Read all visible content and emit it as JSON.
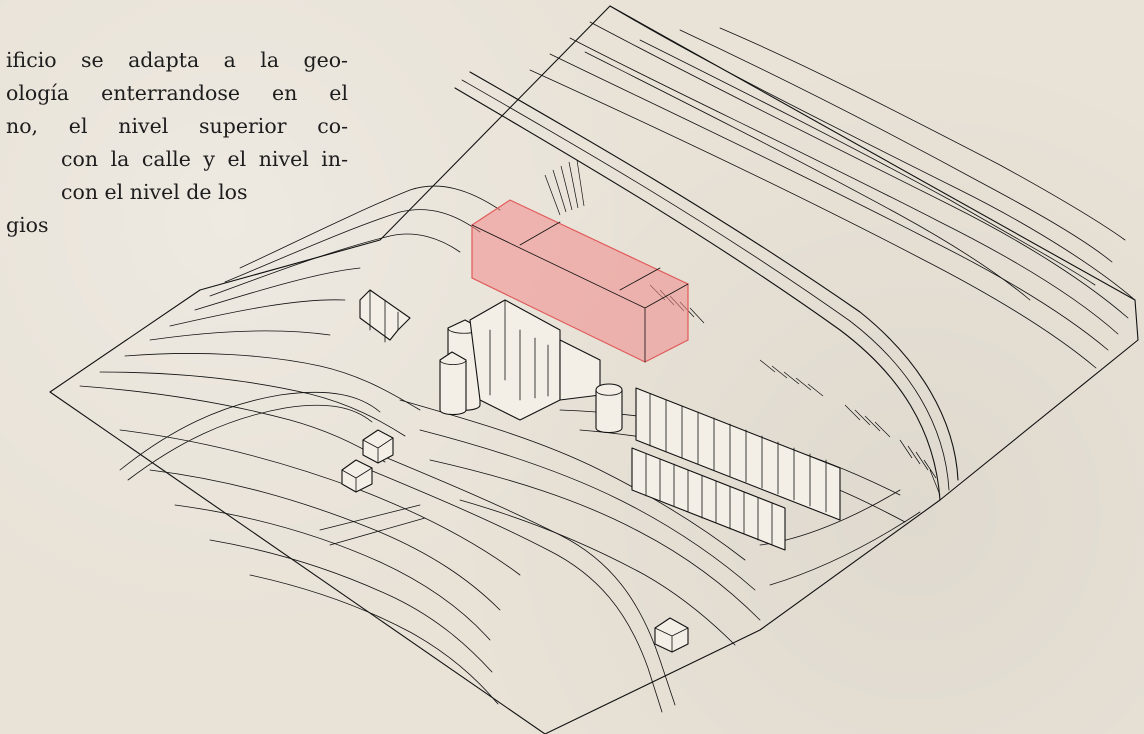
{
  "caption": {
    "lines": [
      "ificio se adapta a la geo-",
      "ología enterrandose en el",
      "no, el nivel superior co-",
      "con la calle y el nivel in-",
      "con el nivel de los",
      "gios"
    ]
  },
  "colors": {
    "background": "#e8e2d7",
    "line": "#111111",
    "highlight_fill": "#f08a8a",
    "highlight_stroke": "#e05a5a"
  }
}
